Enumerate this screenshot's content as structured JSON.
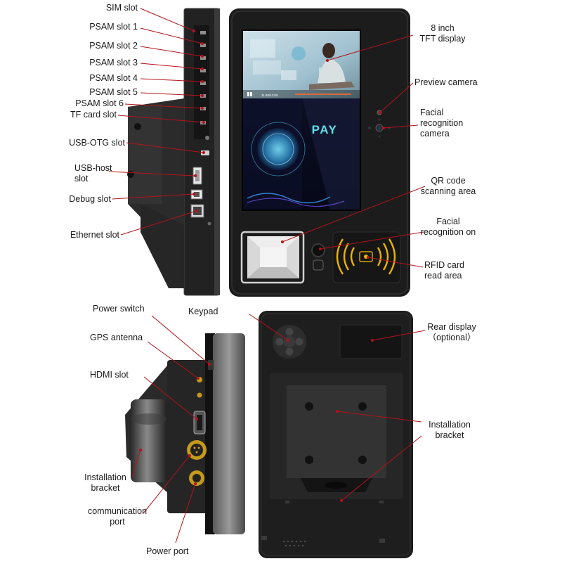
{
  "screen": {
    "pay_text": "PAY",
    "video_time": "11:48/13:00"
  },
  "labels": {
    "sim_slot": "SIM slot",
    "psam1": "PSAM slot 1",
    "psam2": "PSAM slot 2",
    "psam3": "PSAM slot 3",
    "psam4": "PSAM slot 4",
    "psam5": "PSAM slot 5",
    "psam6": "PSAM slot 6",
    "tf_card": "TF card slot",
    "usb_otg": "USB-OTG slot",
    "usb_host": "USB-host\nslot",
    "debug": "Debug slot",
    "ethernet": "Ethernet slot",
    "tft": "8 inch\nTFT display",
    "preview_cam": "Preview camera",
    "facial_cam": "Facial\nrecognition\ncamera",
    "qr_area": "QR code\nscanning area",
    "facial_on": "Facial\nrecognition on",
    "rfid": "RFID card\nread area",
    "power_switch": "Power switch",
    "gps": "GPS antenna",
    "hdmi": "HDMI slot",
    "install_left": "Installation\nbracket",
    "comm_port": "communication\nport",
    "power_port": "Power port",
    "keypad": "Keypad",
    "rear_display": "Rear display\n（optional）",
    "install_right": "Installation\nbracket"
  },
  "colors": {
    "leader": "#b3131b",
    "device": "#1c1c1c",
    "frame": "#9a9a9a"
  }
}
